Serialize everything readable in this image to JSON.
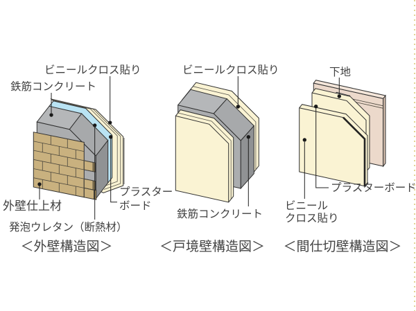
{
  "page": {
    "background": "#ffffff",
    "border_dot_color": "#e3d494"
  },
  "colors": {
    "board_cream": "#faf3d3",
    "insulation_blue": "#b9e3f3",
    "concrete_top": "#b5b7b9",
    "concrete_front": "#abadaf",
    "concrete_chamfer": "#a7a9ab",
    "concrete_side": "#909294",
    "brick_face": "#c9b17f",
    "brick_side": "#a8905e",
    "backing_front": "#ecd9cb",
    "backing_top": "#f4e6da",
    "backing_side": "#d9c1b1",
    "stud_top": "#ffffff",
    "stud_front": "#f4f3ef",
    "stud_side": "#e9e7e1",
    "line": "#2f2f2f",
    "text": "#3f3f3f"
  },
  "diagrams": [
    {
      "id": "exterior-wall",
      "caption": "＜外壁構造図＞",
      "labels": {
        "vinyl": "ビニールクロス貼り",
        "concrete": "鉄筋コンクリート",
        "finish": "外壁仕上材",
        "urethane": "発泡ウレタン（断熱材）",
        "plaster_line1": "プラスター",
        "plaster_line2": "ボード"
      }
    },
    {
      "id": "party-wall",
      "caption": "＜戸境壁構造図＞",
      "labels": {
        "vinyl": "ビニールクロス貼り",
        "concrete": "鉄筋コンクリート"
      }
    },
    {
      "id": "partition-wall",
      "caption": "＜間仕切壁構造図＞",
      "labels": {
        "base": "下地",
        "plaster": "プラスターボード",
        "vinyl_line1": "ビニール",
        "vinyl_line2": "クロス貼り"
      }
    }
  ]
}
